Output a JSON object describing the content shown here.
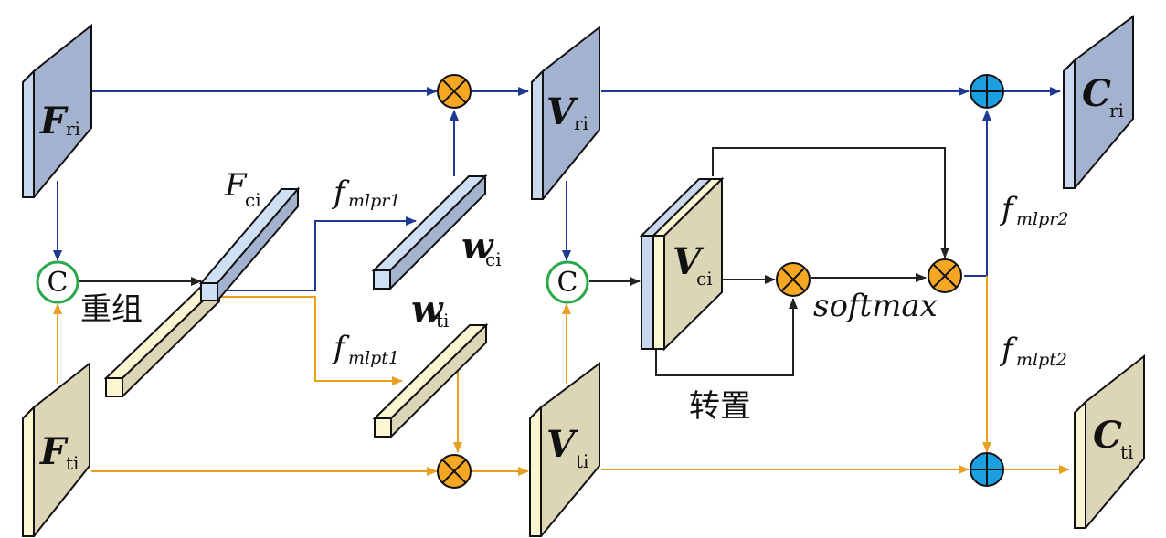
{
  "labels": {
    "F_ri": {
      "main": "F",
      "sub": "ri"
    },
    "F_ti": {
      "main": "F",
      "sub": "ti"
    },
    "F_ci": {
      "main": "F",
      "sub": "ci"
    },
    "V_ri": {
      "main": "V",
      "sub": "ri"
    },
    "V_ti": {
      "main": "V",
      "sub": "ti"
    },
    "V_ci": {
      "main": "V",
      "sub": "ci"
    },
    "C_ri": {
      "main": "C",
      "sub": "ri"
    },
    "C_ti": {
      "main": "C",
      "sub": "ti"
    },
    "w_ci": {
      "main": "w",
      "sub": "ci"
    },
    "w_ti": {
      "main": "w",
      "sub": "ti"
    },
    "f_mlpr1": {
      "main": "f",
      "sub": "mlpr1"
    },
    "f_mlpt1": {
      "main": "f",
      "sub": "mlpt1"
    },
    "f_mlpr2": {
      "main": "f",
      "sub": "mlpr2"
    },
    "f_mlpt2": {
      "main": "f",
      "sub": "mlpt2"
    },
    "concat_symbol": "C",
    "regroup": "重组",
    "transpose": "转置",
    "softmax": "softmax"
  },
  "colors": {
    "rgb_path": "#1f3a93",
    "thermal_path": "#e8a020",
    "neutral_path": "#222222",
    "rgb_feature": "#a3b3cf",
    "thermal_feature": "#dcd6b6",
    "rgb_weight": "#cfe0f5",
    "thermal_weight": "#fbf6d2",
    "multiply_node": "#f5a623",
    "add_node": "#1a9fe0",
    "concat_ring": "#2aa84a"
  }
}
